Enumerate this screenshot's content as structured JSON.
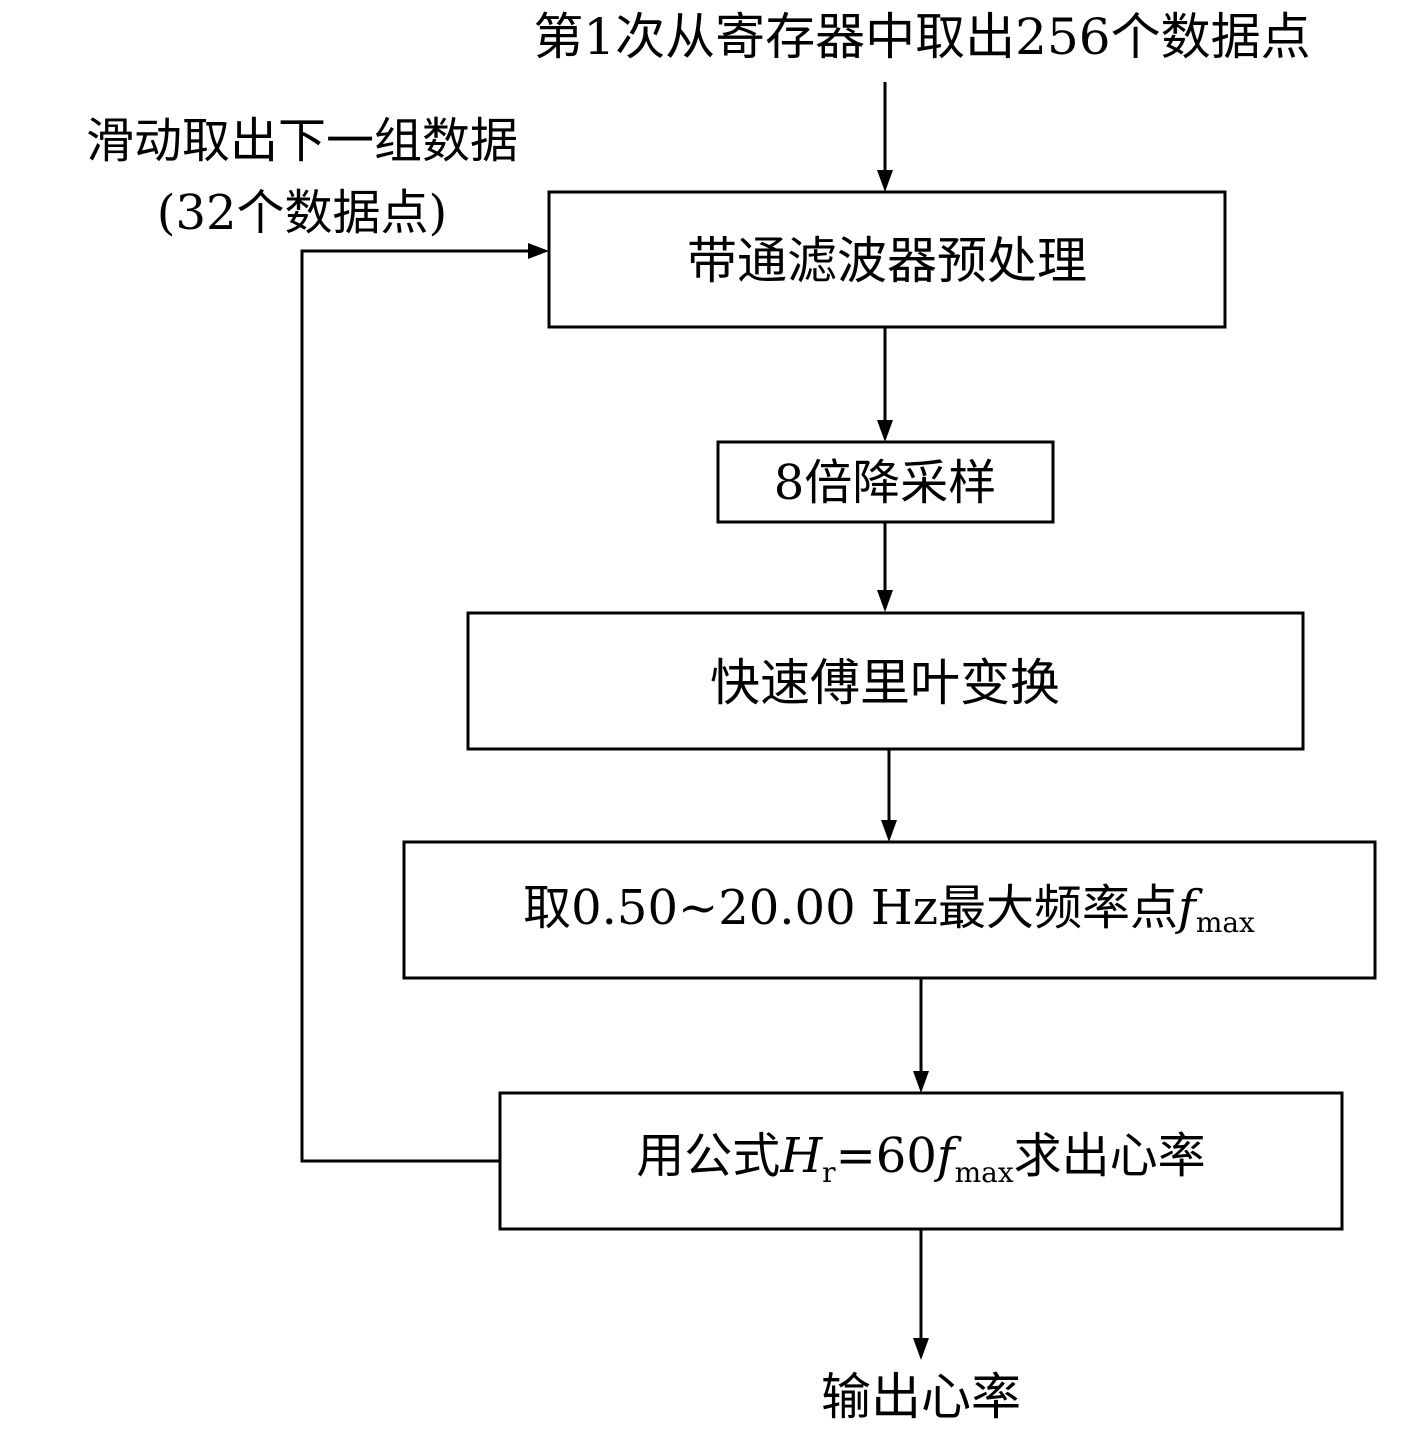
{
  "diagram": {
    "input_label": "第1次从寄存器中取出256个数据点",
    "loop_label_line1": "滑动取出下一组数据",
    "loop_label_line2": "(32个数据点)",
    "output_label": "输出心率",
    "steps": {
      "bandpass": "带通滤波器预处理",
      "downsample": "8倍降采样",
      "fft": "快速傅里叶变换",
      "peak": {
        "prefix": "取0.50~20.00 Hz最大频率点",
        "var": "f",
        "sub": "max"
      },
      "heart_rate": {
        "prefix": "用公式",
        "var_h": "H",
        "sub_r": "r",
        "eq": "=60",
        "var_f": "f",
        "sub_max": "max",
        "suffix": "求出心率"
      }
    }
  }
}
